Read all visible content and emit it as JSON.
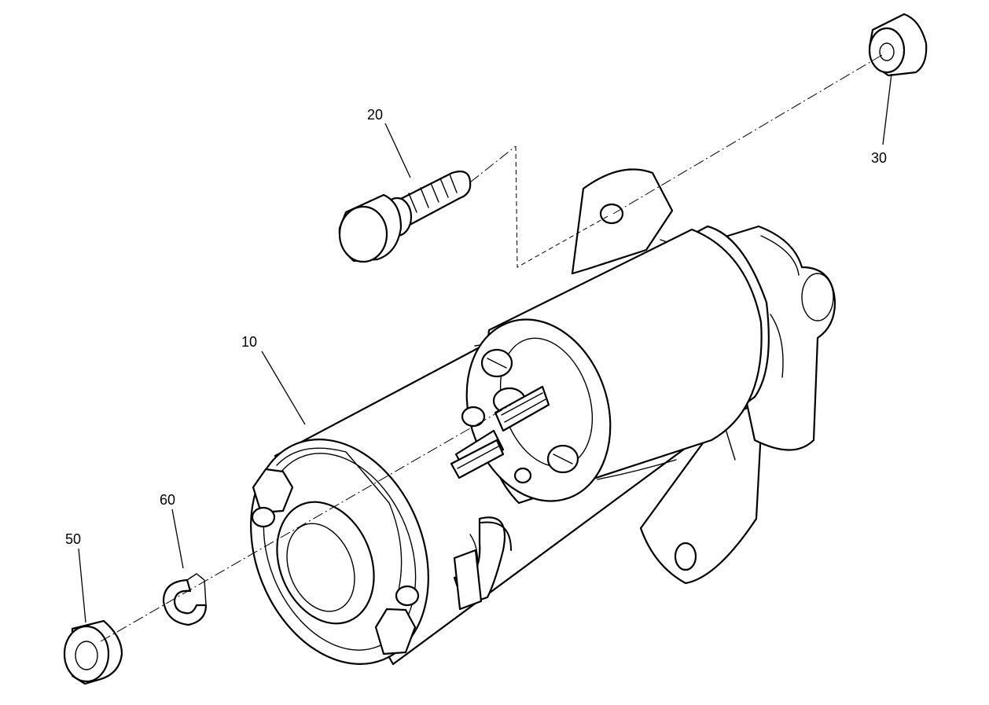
{
  "callouts": {
    "part_10": "10",
    "part_20": "20",
    "part_30": "30",
    "part_50": "50",
    "part_60": "60"
  }
}
